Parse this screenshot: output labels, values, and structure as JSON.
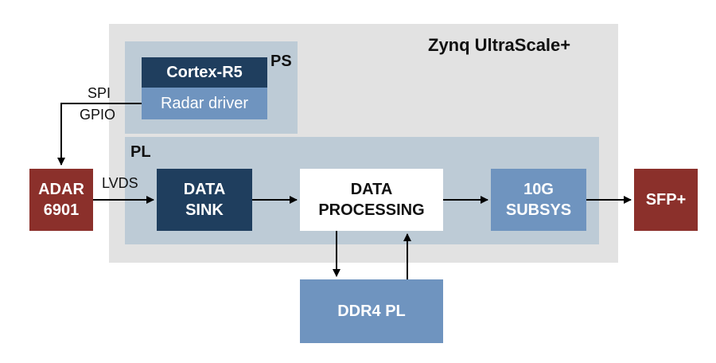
{
  "zynq": {
    "title": "Zynq UltraScale+"
  },
  "ps": {
    "title": "PS",
    "cortex_label": "Cortex-R5",
    "driver_label": "Radar driver"
  },
  "pl": {
    "title": "PL"
  },
  "blocks": {
    "adar_line1": "ADAR",
    "adar_line2": "6901",
    "data_sink_line1": "DATA",
    "data_sink_line2": "SINK",
    "processing_line1": "DATA",
    "processing_line2": "PROCESSING",
    "subsys_line1": "10G",
    "subsys_line2": "SUBSYS",
    "sfp": "SFP+",
    "ddr4": "DDR4 PL"
  },
  "edges": {
    "spi": "SPI",
    "gpio": "GPIO",
    "lvds": "LVDS"
  },
  "colors": {
    "zynq_bg": "#e2e2e2",
    "region_bg": "#bdcbd6",
    "dark_blue": "#1f3e5e",
    "mid_blue": "#6f94bf",
    "red": "#8b302b"
  }
}
